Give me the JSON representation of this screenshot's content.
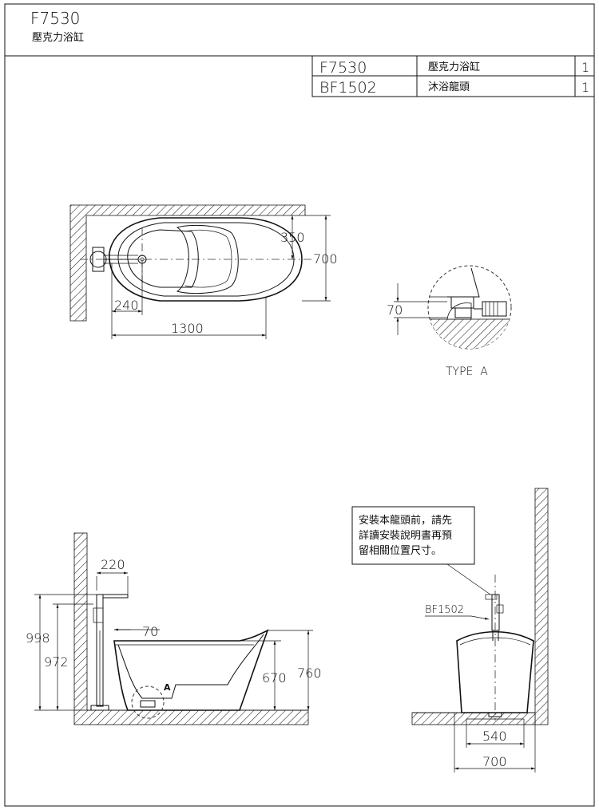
{
  "header": {
    "model": "F7530",
    "name": "壓克力浴缸"
  },
  "parts_table": [
    {
      "code": "F7530",
      "name": "壓克力浴缸",
      "qty": "1"
    },
    {
      "code": "BF1502",
      "name": "沐浴龍頭",
      "qty": "1"
    }
  ],
  "top_view": {
    "dim_350": "350",
    "dim_700": "700",
    "dim_240": "240",
    "dim_1300": "1300"
  },
  "detail_a": {
    "dim_70": "70",
    "label": "TYPE  A"
  },
  "side_view": {
    "dim_220": "220",
    "dim_998": "998",
    "dim_972": "972",
    "dim_70": "70",
    "dim_670": "670",
    "dim_760": "760",
    "marker": "A"
  },
  "front_view": {
    "note_line1": "安裝本龍頭前，請先",
    "note_line2": "詳讀安裝說明書再預",
    "note_line3": "留相關位置尺寸。",
    "faucet_label": "BF1502",
    "dim_540": "540",
    "dim_700": "700"
  }
}
